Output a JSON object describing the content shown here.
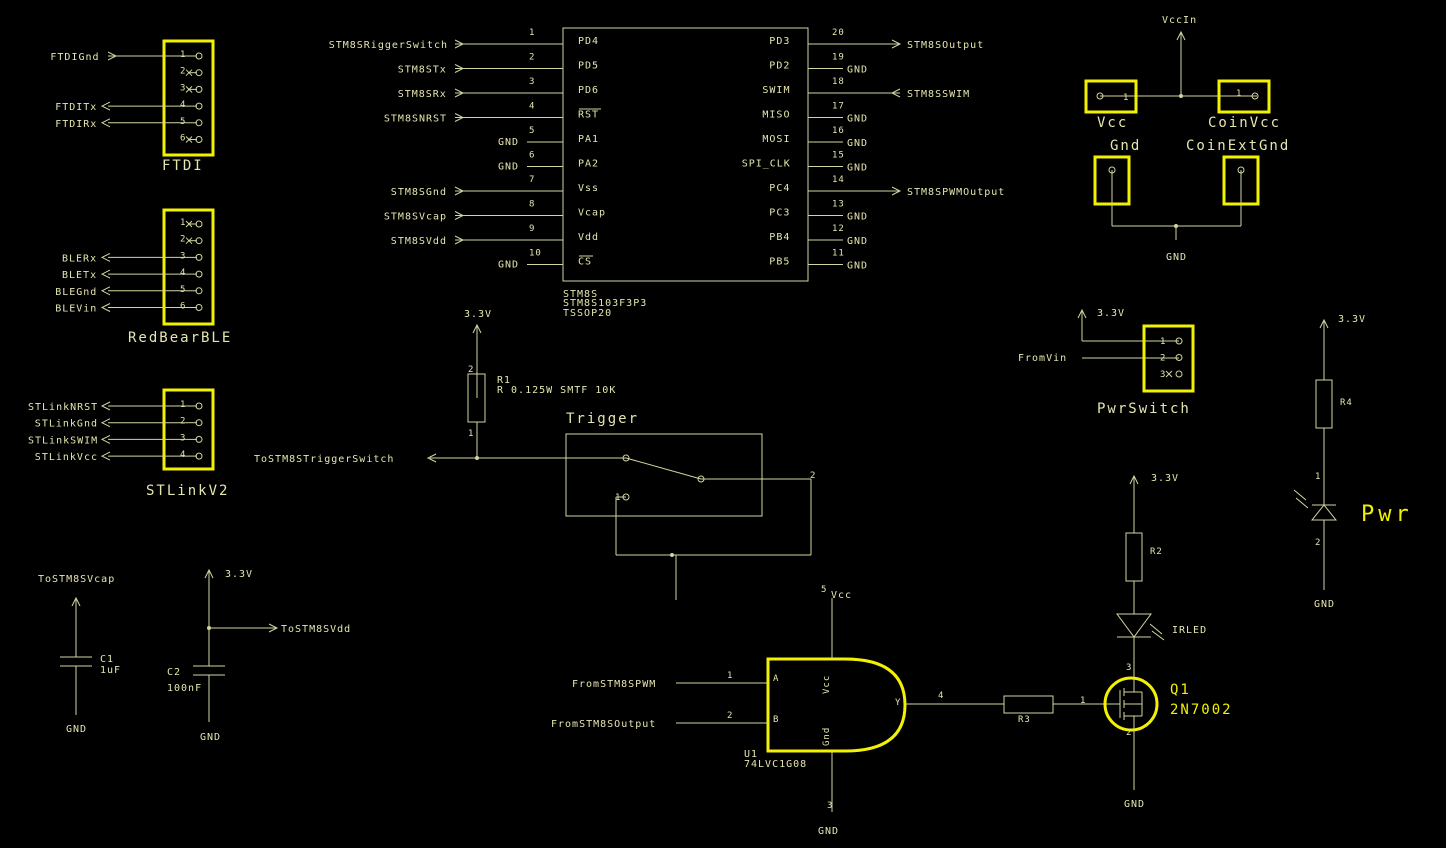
{
  "colors": {
    "background": "#000000",
    "wire": "#d4d4a0",
    "part": "#f2f200",
    "text": "#e6e6b0"
  },
  "mcu": {
    "pins_left": [
      {
        "num": "1",
        "name": "PD4",
        "net": "STM8SRiggerSwitch"
      },
      {
        "num": "2",
        "name": "PD5",
        "net": "STM8STx"
      },
      {
        "num": "3",
        "name": "PD6",
        "net": "STM8SRx"
      },
      {
        "num": "4",
        "name": "RST",
        "net": "STM8SNRST"
      },
      {
        "num": "5",
        "name": "PA1",
        "net": "GND"
      },
      {
        "num": "6",
        "name": "PA2",
        "net": "GND"
      },
      {
        "num": "7",
        "name": "Vss",
        "net": "STM8SGnd"
      },
      {
        "num": "8",
        "name": "Vcap",
        "net": "STM8SVcap"
      },
      {
        "num": "9",
        "name": "Vdd",
        "net": "STM8SVdd"
      },
      {
        "num": "10",
        "name": "CS",
        "net": "GND"
      }
    ],
    "pins_right": [
      {
        "num": "20",
        "name": "PD3",
        "net": "STM8SOutput"
      },
      {
        "num": "19",
        "name": "PD2",
        "net": "GND"
      },
      {
        "num": "18",
        "name": "SWIM",
        "net": "STM8SSWIM"
      },
      {
        "num": "17",
        "name": "MISO",
        "net": "GND"
      },
      {
        "num": "16",
        "name": "MOSI",
        "net": "GND"
      },
      {
        "num": "15",
        "name": "SPI_CLK",
        "net": "GND"
      },
      {
        "num": "14",
        "name": "PC4",
        "net": "STM8SPWMOutput"
      },
      {
        "num": "13",
        "name": "PC3",
        "net": "GND"
      },
      {
        "num": "12",
        "name": "PB4",
        "net": "GND"
      },
      {
        "num": "11",
        "name": "PB5",
        "net": "GND"
      }
    ],
    "label1": "STM8S",
    "label2": "STM8S103F3P3",
    "label3": "TSSOP20"
  },
  "ftdi": {
    "title": "FTDI",
    "pins": [
      "1",
      "2",
      "3",
      "4",
      "5",
      "6"
    ],
    "nets": [
      "FTDIGnd",
      "",
      "",
      "FTDITx",
      "FTDIRx",
      ""
    ]
  },
  "ble": {
    "title": "RedBearBLE",
    "pins": [
      "1",
      "2",
      "3",
      "4",
      "5",
      "6"
    ],
    "nets": [
      "",
      "",
      "BLERx",
      "BLETx",
      "BLEGnd",
      "BLEVin"
    ]
  },
  "stlink": {
    "title": "STLinkV2",
    "pins": [
      "1",
      "2",
      "3",
      "4"
    ],
    "nets": [
      "STLinkNRST",
      "STLinkGnd",
      "STLinkSWIM",
      "STLinkVcc"
    ]
  },
  "power": {
    "vccin": "VccIn",
    "vcc": "Vcc",
    "coinvcc": "CoinVcc",
    "gnd": "Gnd",
    "coinextgnd": "CoinExtGnd",
    "gnd_net": "GND",
    "pin1": "1"
  },
  "trigger": {
    "title": "Trigger",
    "supply": "3.3V",
    "r1_name": "R1",
    "r1_value": "R 0.125W SMTF 10K",
    "r1_pin2": "2",
    "r1_pin1": "1",
    "net": "ToSTM8STriggerSwitch",
    "pin1": "1",
    "pin2": "2"
  },
  "pwrswitch": {
    "title": "PwrSwitch",
    "supply": "3.3V",
    "net": "FromVin",
    "pins": [
      "1",
      "2",
      "3"
    ]
  },
  "pwrled": {
    "supply": "3.3V",
    "r_name": "R4",
    "pin1": "1",
    "pin2": "2",
    "label": "Pwr",
    "gnd": "GND"
  },
  "caps": {
    "c1_net": "ToSTM8SVcap",
    "c1_name": "C1",
    "c1_value": "1uF",
    "c1_gnd": "GND",
    "c2_supply": "3.3V",
    "c2_net": "ToSTM8SVdd",
    "c2_name": "C2",
    "c2_value": "100nF",
    "c2_gnd": "GND"
  },
  "gate": {
    "in1": "FromSTM8SPWM",
    "in2": "FromSTM8SOutput",
    "p1": "1",
    "p2": "2",
    "p4": "4",
    "p5": "5",
    "p3": "3",
    "a": "A",
    "b": "B",
    "y": "Y",
    "vcc_in": "Vcc",
    "gnd_in": "Gnd",
    "vcc": "Vcc",
    "gnd": "GND",
    "name": "U1",
    "part": "74LVC1G08"
  },
  "ir": {
    "supply": "3.3V",
    "r2": "R2",
    "led": "IRLED",
    "r3": "R3",
    "p1": "1",
    "p2": "2",
    "p3": "3",
    "q_name": "Q1",
    "q_part": "2N7002",
    "gnd": "GND"
  }
}
